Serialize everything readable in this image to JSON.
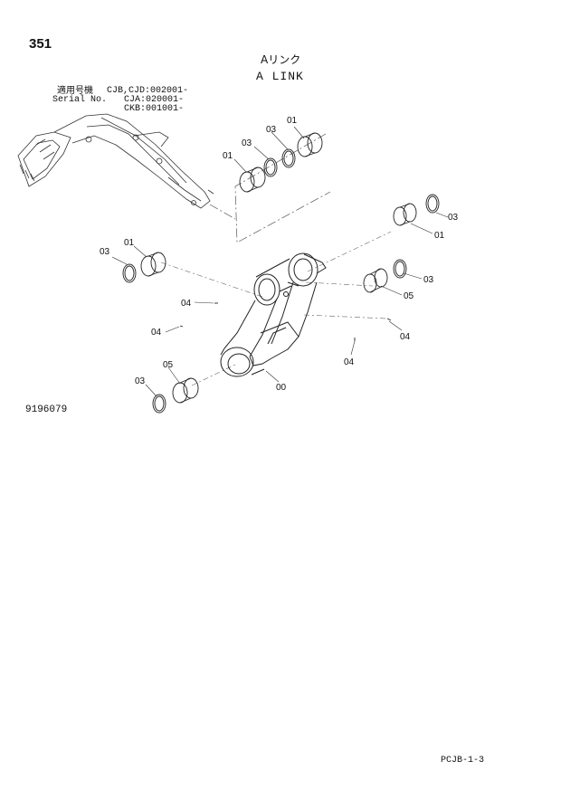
{
  "page": {
    "number": "351",
    "title_ja": "Aリンク",
    "title_en": "A LINK",
    "reference_number": "9196079",
    "footer_code": "PCJB-1-3"
  },
  "serial_block": {
    "label_ja": "適用号機",
    "label_en": "Serial No.",
    "codes": [
      "CJB,CJD:002001-",
      "CJA:020001-",
      "CKB:001001-"
    ]
  },
  "callouts": {
    "bushing": "01",
    "ring": "03",
    "pin_bolt": "04",
    "sleeve": "05",
    "link_body": "00"
  }
}
